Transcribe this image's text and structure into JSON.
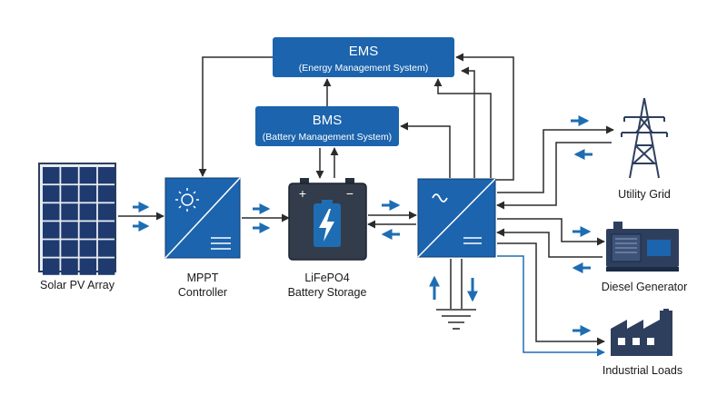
{
  "ems": {
    "title": "EMS",
    "subtitle": "(Energy Management System)"
  },
  "bms": {
    "title": "BMS",
    "subtitle": "(Battery Management System)"
  },
  "components": {
    "solar_pv": "Solar PV Array",
    "mppt_line1": "MPPT",
    "mppt_line2": "Controller",
    "battery_line1": "LiFePO4",
    "battery_line2": "Battery Storage",
    "utility_grid": "Utility Grid",
    "diesel_generator": "Diesel Generator",
    "industrial_loads": "Industrial Loads"
  },
  "colors": {
    "primary_blue": "#1c64ad",
    "line_dark": "#2b2b2b",
    "arrow_blue": "#1e6db3",
    "panel_navy": "#1e3a6e"
  },
  "icons": [
    "solar-panel-icon",
    "sun-icon",
    "battery-icon",
    "lightning-icon",
    "inverter-icon",
    "ground-icon",
    "transmission-tower-icon",
    "generator-icon",
    "factory-icon"
  ]
}
